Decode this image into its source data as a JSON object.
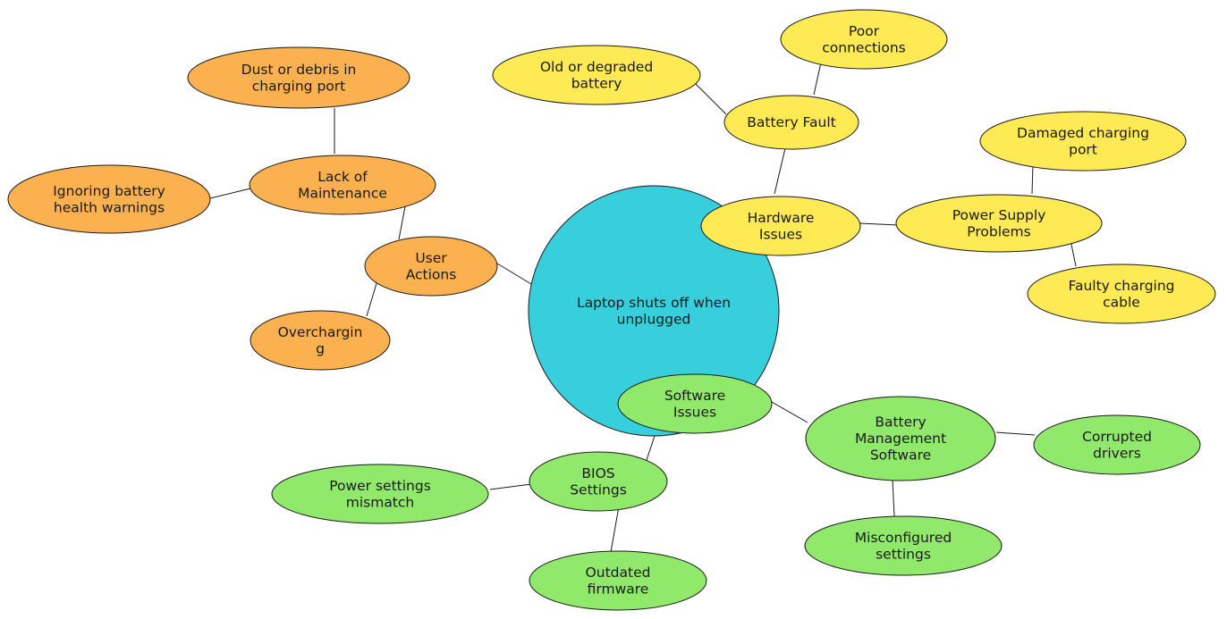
{
  "colors": {
    "center": "#38cfdc",
    "user_actions": "#fbb150",
    "hardware": "#fdea55",
    "software": "#90e96b",
    "stroke": "#1a1a1a"
  },
  "nodes": {
    "center": [
      "Laptop shuts off when",
      "unplugged"
    ],
    "user_actions": [
      "User",
      "Actions"
    ],
    "lack_of_maintenance": [
      "Lack of",
      "Maintenance"
    ],
    "dust_or_debris": [
      "Dust or debris in",
      "charging port"
    ],
    "ignoring_battery_health": [
      "Ignoring battery",
      "health warnings"
    ],
    "overcharging": [
      "Overchargin",
      "g"
    ],
    "hardware_issues": [
      "Hardware",
      "Issues"
    ],
    "battery_fault": [
      "Battery Fault"
    ],
    "old_or_degraded_battery": [
      "Old or degraded",
      "battery"
    ],
    "poor_connections": [
      "Poor",
      "connections"
    ],
    "power_supply_problems": [
      "Power Supply",
      "Problems"
    ],
    "damaged_charging_port": [
      "Damaged charging",
      "port"
    ],
    "faulty_charging_cable": [
      "Faulty charging",
      "cable"
    ],
    "software_issues": [
      "Software",
      "Issues"
    ],
    "bios_settings": [
      "BIOS",
      "Settings"
    ],
    "power_settings_mismatch": [
      "Power settings",
      "mismatch"
    ],
    "outdated_firmware": [
      "Outdated",
      "firmware"
    ],
    "battery_management_software": [
      "Battery",
      "Management",
      "Software"
    ],
    "corrupted_drivers": [
      "Corrupted",
      "drivers"
    ],
    "misconfigured_settings": [
      "Misconfigured",
      "settings"
    ]
  }
}
